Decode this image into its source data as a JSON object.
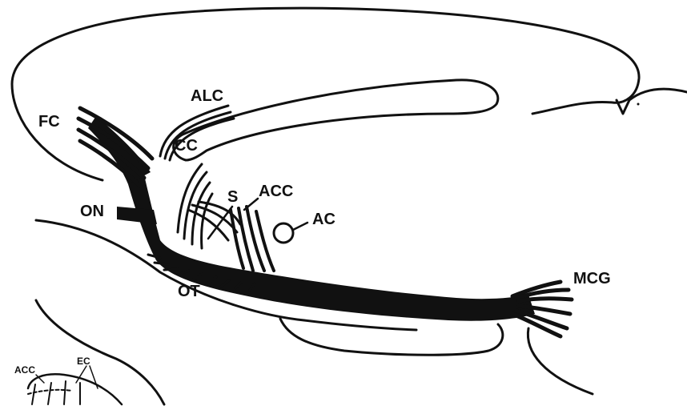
{
  "diagram": {
    "labels": {
      "fc": "FC",
      "alc": "ALC",
      "cc": "CC",
      "on": "ON",
      "s": "S",
      "acc": "ACC",
      "ac": "AC",
      "mcg": "MCG",
      "ot": "OT",
      "inset_acc": "ACC",
      "inset_ec": "EC"
    }
  }
}
